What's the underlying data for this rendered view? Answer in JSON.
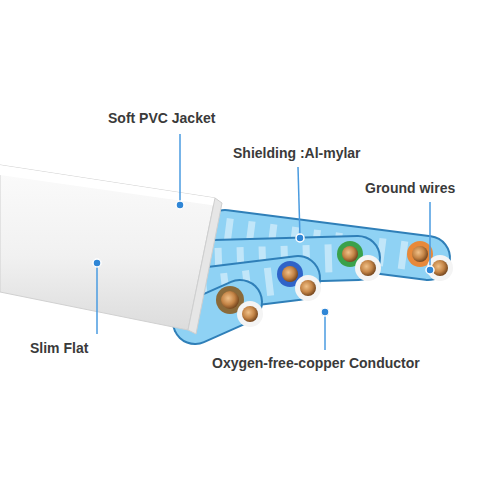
{
  "diagram": {
    "labels": [
      "Soft PVC Jacket",
      "Shielding :Al-mylar",
      "Ground wires",
      "Slim Flat",
      "Oxygen-free-copper Conductor"
    ]
  }
}
